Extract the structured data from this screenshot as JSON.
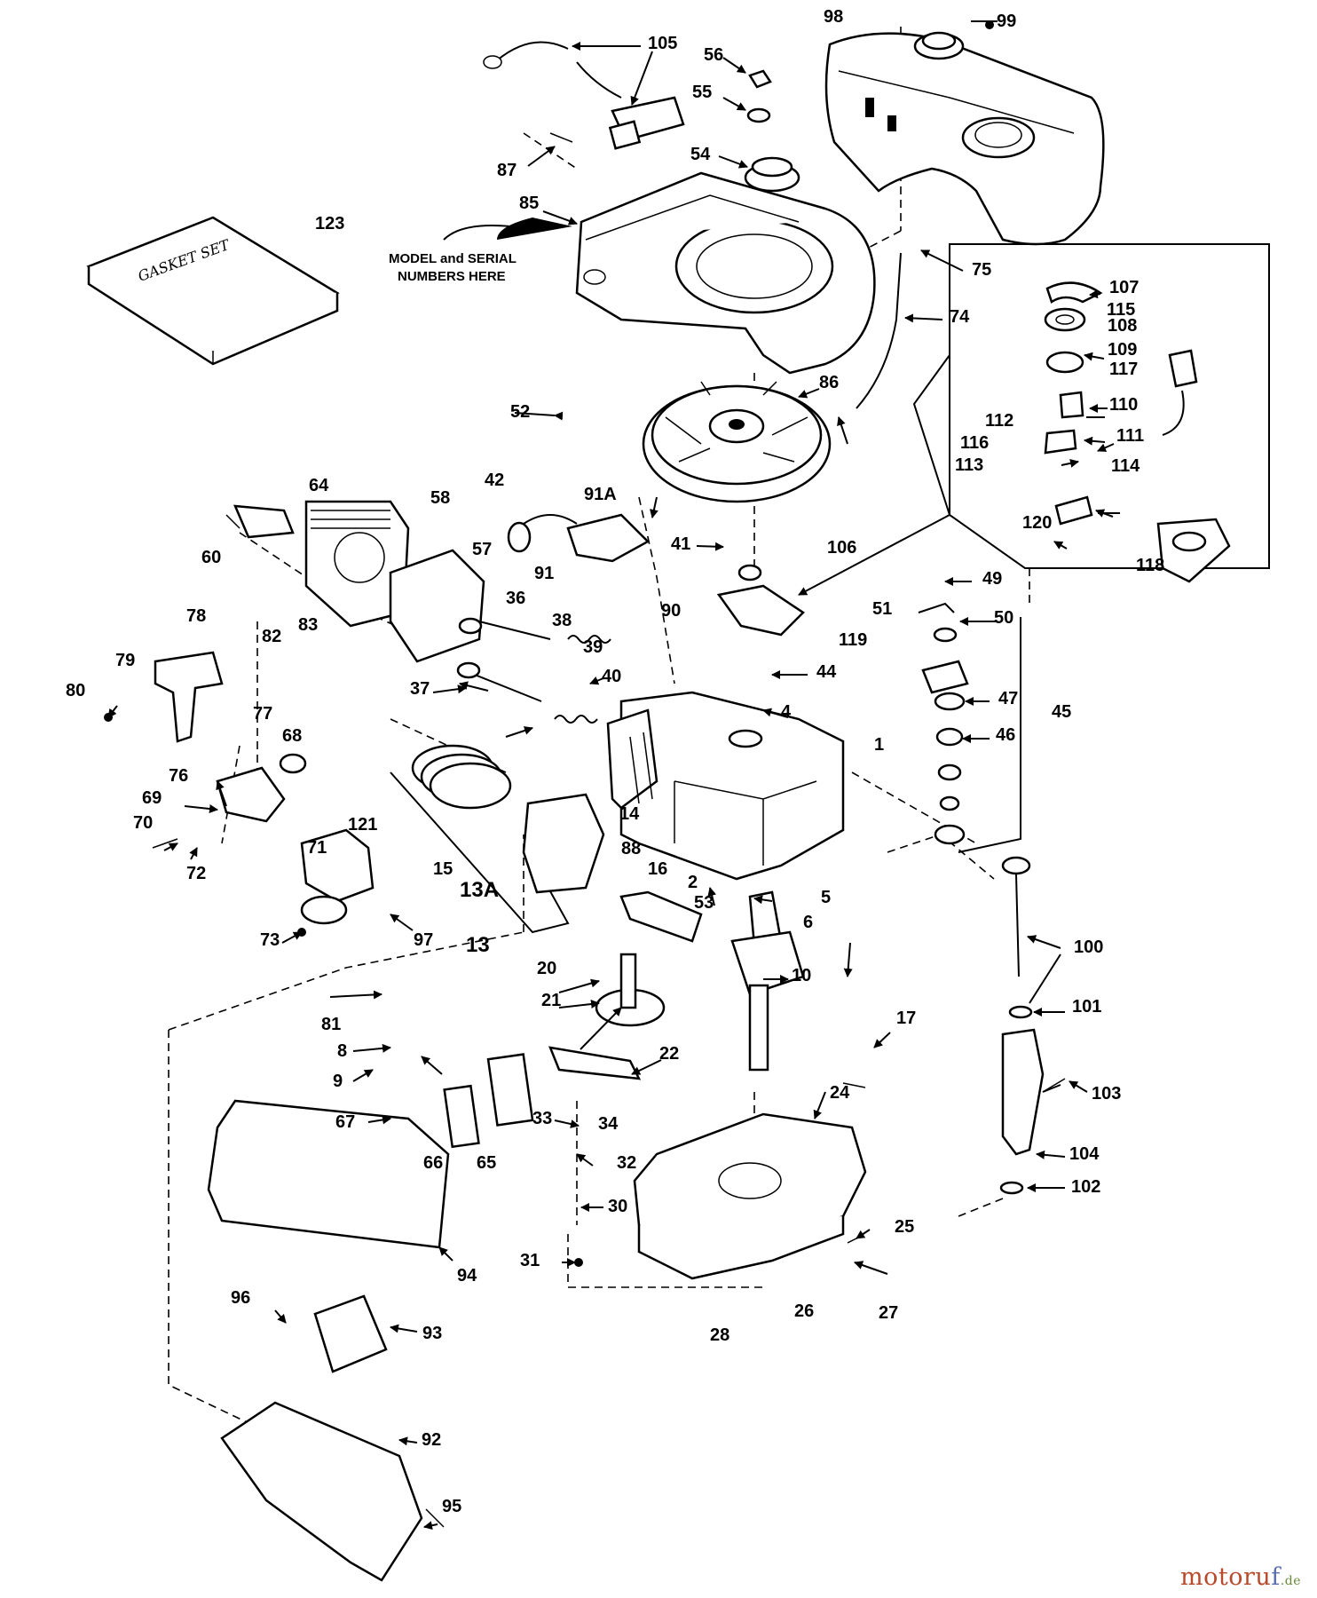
{
  "diagram": {
    "model_note_line1": "MODEL and SERIAL",
    "model_note_line2": "NUMBERS HERE",
    "gasket_set_text": "GASKET SET",
    "watermark": {
      "part1": "motoru",
      "part2": "f",
      "part3": ".de"
    }
  },
  "callouts": [
    "1",
    "2",
    "4",
    "5",
    "6",
    "8",
    "9",
    "10",
    "13",
    "13A",
    "14",
    "15",
    "16",
    "17",
    "20",
    "21",
    "22",
    "24",
    "25",
    "26",
    "27",
    "28",
    "30",
    "31",
    "32",
    "33",
    "34",
    "36",
    "37",
    "38",
    "39",
    "40",
    "41",
    "42",
    "44",
    "45",
    "46",
    "47",
    "49",
    "50",
    "51",
    "52",
    "53",
    "54",
    "55",
    "56",
    "57",
    "58",
    "60",
    "64",
    "65",
    "66",
    "67",
    "68",
    "69",
    "70",
    "71",
    "72",
    "73",
    "74",
    "75",
    "76",
    "77",
    "78",
    "79",
    "80",
    "81",
    "82",
    "83",
    "85",
    "86",
    "87",
    "88",
    "90",
    "91",
    "91A",
    "92",
    "93",
    "94",
    "95",
    "96",
    "97",
    "98",
    "99",
    "100",
    "101",
    "102",
    "103",
    "104",
    "105",
    "106",
    "107",
    "108",
    "109",
    "110",
    "111",
    "112",
    "113",
    "114",
    "115",
    "116",
    "117",
    "118",
    "119",
    "120",
    "121",
    "123"
  ]
}
